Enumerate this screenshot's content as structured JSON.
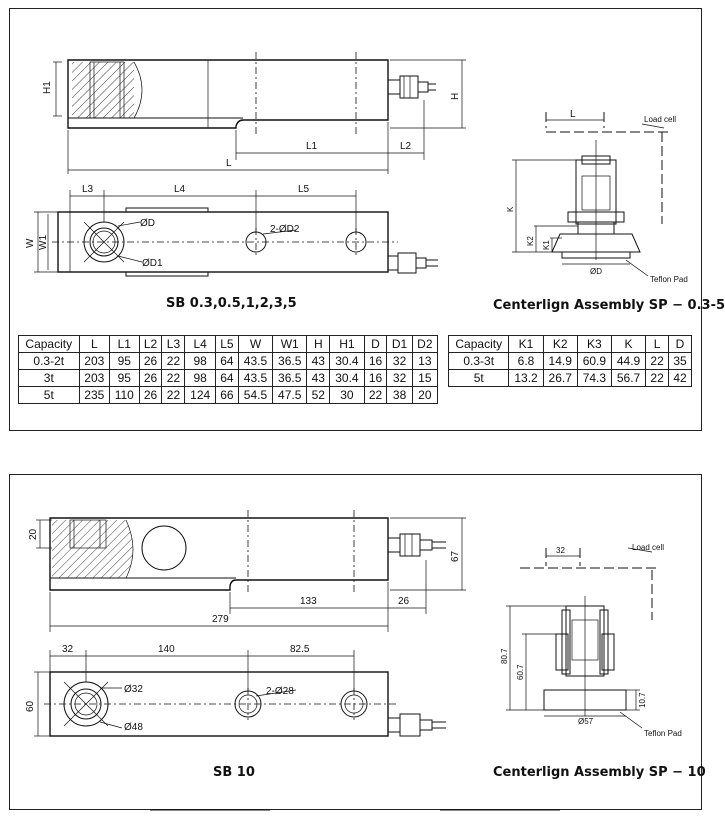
{
  "top": {
    "drawing_labels": {
      "h1": "H1",
      "h": "H",
      "l1": "L1",
      "l2": "L2",
      "l": "L",
      "l3": "L3",
      "l4": "L4",
      "l5": "L5",
      "w": "W",
      "w1": "W1",
      "d": "ØD",
      "d1": "ØD1",
      "d2": "2-ØD2"
    },
    "assembly_labels": {
      "l": "L",
      "load_cell": "Load cell",
      "k": "K",
      "k2": "K2",
      "k1": "K1",
      "d": "ØD",
      "teflon_pad": "Teflon Pad"
    },
    "caption_left": "SB 0.3,0.5,1,2,3,5",
    "caption_right": "Centerlign Assembly SP − 0.3-5",
    "table1": {
      "headers": [
        "Capacity",
        "L",
        "L1",
        "L2",
        "L3",
        "L4",
        "L5",
        "W",
        "W1",
        "H",
        "H1",
        "D",
        "D1",
        "D2"
      ],
      "rows": [
        [
          "0.3-2t",
          "203",
          "95",
          "26",
          "22",
          "98",
          "64",
          "43.5",
          "36.5",
          "43",
          "30.4",
          "16",
          "32",
          "13"
        ],
        [
          "3t",
          "203",
          "95",
          "26",
          "22",
          "98",
          "64",
          "43.5",
          "36.5",
          "43",
          "30.4",
          "16",
          "32",
          "15"
        ],
        [
          "5t",
          "235",
          "110",
          "26",
          "22",
          "124",
          "66",
          "54.5",
          "47.5",
          "52",
          "30",
          "22",
          "38",
          "20"
        ]
      ]
    },
    "table2": {
      "headers": [
        "Capacity",
        "K1",
        "K2",
        "K3",
        "K",
        "L",
        "D"
      ],
      "rows": [
        [
          "0.3-3t",
          "6.8",
          "14.9",
          "60.9",
          "44.9",
          "22",
          "35"
        ],
        [
          "5t",
          "13.2",
          "26.7",
          "74.3",
          "56.7",
          "22",
          "42"
        ]
      ]
    }
  },
  "bottom": {
    "drawing_labels": {
      "h1": "20",
      "h": "67",
      "l1": "133",
      "l2": "26",
      "l": "279",
      "l3": "32",
      "l4": "140",
      "l5": "82.5",
      "w": "60",
      "d": "Ø32",
      "d1": "Ø48",
      "d2": "2-Ø28"
    },
    "assembly_labels": {
      "l": "32",
      "load_cell": "Load cell",
      "k": "80.7",
      "k2": "60.7",
      "k1": "10.7",
      "d": "Ø57",
      "teflon_pad": "Teflon Pad"
    },
    "caption_left": "SB 10",
    "caption_right": "Centerlign Assembly SP − 10"
  }
}
